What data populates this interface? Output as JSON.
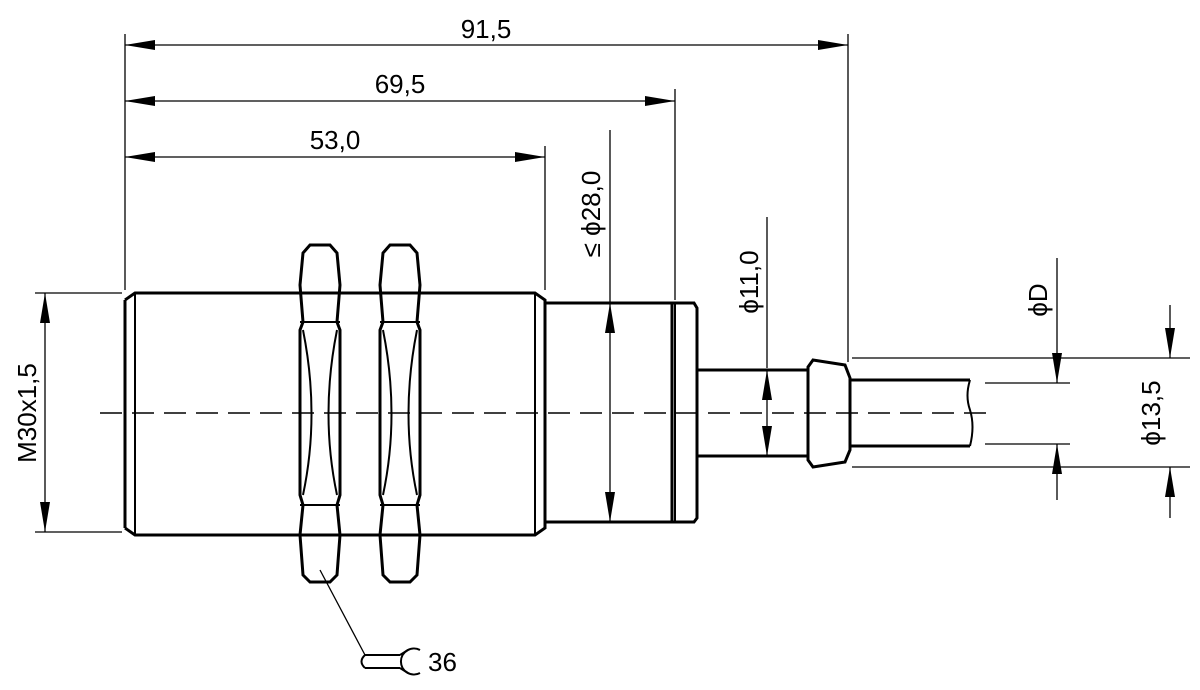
{
  "dimensions": {
    "overall_length": "91,5",
    "length_to_cable_gland": "69,5",
    "thread_length": "53,0",
    "max_body_diameter": "≤ ϕ28,0",
    "gland_diameter": "ϕ11,0",
    "cable_diameter": "ϕD",
    "cable_gland_diameter": "ϕ13,5",
    "thread": "M30x1,5",
    "wrench_size": "36"
  }
}
